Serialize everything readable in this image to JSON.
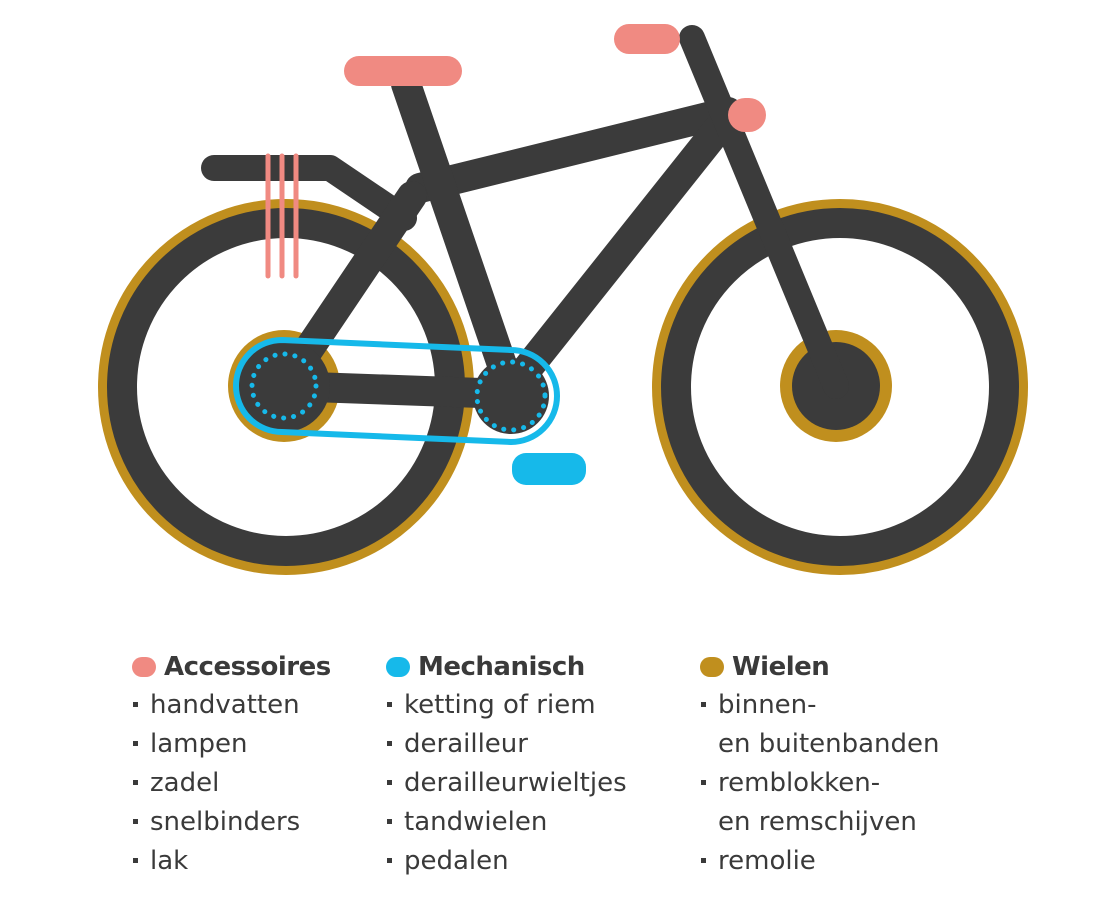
{
  "colors": {
    "frame": "#3b3b3b",
    "accessoires": "#f08a82",
    "mechanisch": "#16b9ea",
    "wielen": "#c08f1e",
    "text": "#3a3a3a"
  },
  "legend": {
    "accessoires": {
      "title": "Accessoires",
      "items": [
        "handvatten",
        "lampen",
        "zadel",
        "snelbinders",
        "lak"
      ]
    },
    "mechanisch": {
      "title": "Mechanisch",
      "items": [
        "ketting of riem",
        "derailleur",
        "derailleurwieltjes",
        "tandwielen",
        "pedalen"
      ]
    },
    "wielen": {
      "title": "Wielen",
      "items": [
        "binnen-",
        "en buitenbanden",
        "remblokken-",
        "en remschijven",
        "remolie"
      ]
    }
  }
}
